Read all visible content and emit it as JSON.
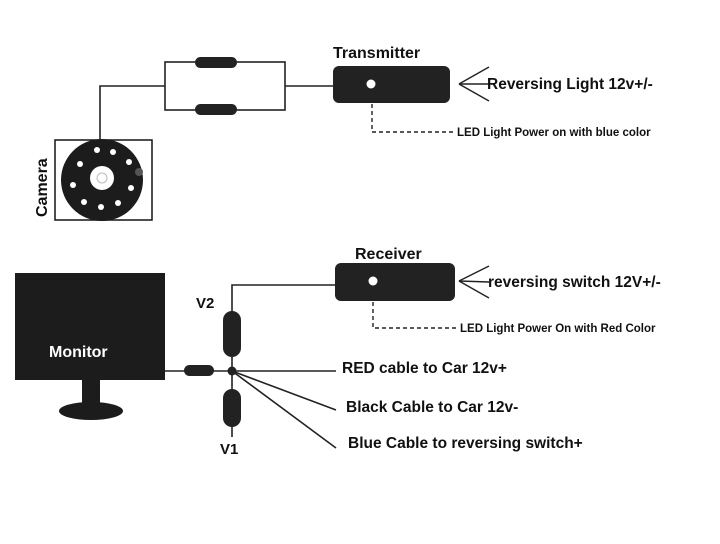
{
  "transmitter": {
    "title": "Transmitter",
    "input_label": "Reversing Light 12v+/-",
    "led_note": "LED Light Power on with blue color"
  },
  "camera": {
    "label": "Camera"
  },
  "receiver": {
    "title": "Receiver",
    "input_label": "reversing switch 12V+/-",
    "led_note": "LED Light Power On with Red Color"
  },
  "monitor": {
    "label": "Monitor"
  },
  "connectors": {
    "v2": "V2",
    "v1": "V1"
  },
  "cables": [
    "RED cable to Car 12v+",
    "Black Cable to Car 12v-",
    "Blue Cable to reversing switch+"
  ],
  "colors": {
    "device": "#222222",
    "wire": "#222222",
    "background": "#ffffff"
  }
}
